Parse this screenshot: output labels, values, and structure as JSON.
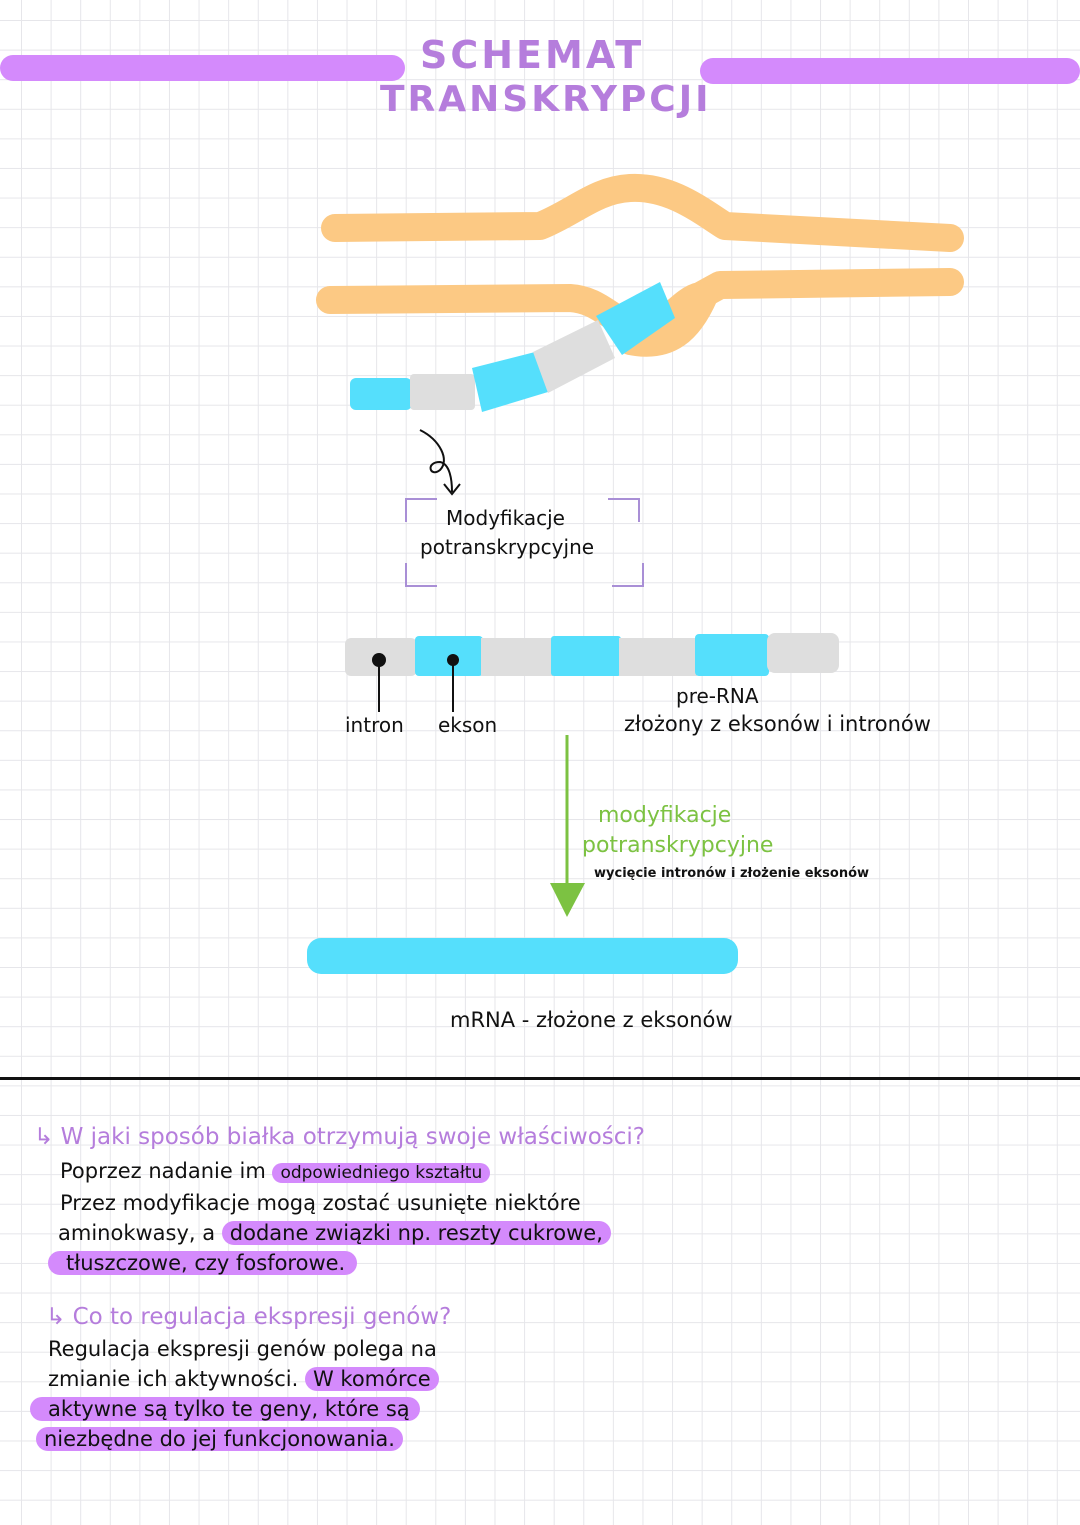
{
  "header": {
    "title_line1": "SCHEMAT",
    "title_line2": "TRANSKRYPCJI",
    "accent_color": "#d48afc",
    "title_color": "#b57ddc"
  },
  "diagram": {
    "dna_color": "#fcc984",
    "exon_color": "#55dffc",
    "intron_color": "#dedede",
    "transcription_box_label_line1": "Modyfikacje",
    "transcription_box_label_line2": "potranskrypcyjne",
    "pre_rna": {
      "segments": [
        "intron",
        "ekson",
        "intron",
        "ekson",
        "intron",
        "ekson",
        "intron"
      ],
      "label_intron": "intron",
      "label_exon": "ekson",
      "title": "pre-RNA",
      "description": "złożony z eksonów i intronów"
    },
    "arrow": {
      "color": "#7cc242",
      "label_line1": "modyfikacje",
      "label_line2": "potranskrypcyjne",
      "sublabel": "wycięcie intronów i złożenie eksonów"
    },
    "mrna_label": "mRNA - złożone z eksonów"
  },
  "notes": [
    {
      "question": "W jaki sposób białka otrzymują swoje właściwości?",
      "lines": [
        {
          "plain": "Poprzez nadanie im ",
          "highlight": "odpowiedniego kształtu"
        },
        {
          "plain": "Przez modyfikacje mogą zostać usunięte niektóre",
          "highlight": ""
        },
        {
          "plain": "aminokwasy, a ",
          "highlight": "dodane związki np. reszty cukrowe,"
        },
        {
          "plain": "",
          "highlight": "tłuszczowe, czy fosforowe."
        }
      ]
    },
    {
      "question": "Co to regulacja ekspresji genów?",
      "lines": [
        {
          "plain": "Regulacja ekspresji genów polega na",
          "highlight": ""
        },
        {
          "plain": "zmianie ich aktywności. ",
          "highlight": "W komórce"
        },
        {
          "plain": "",
          "highlight": "aktywne są tylko te geny, które są"
        },
        {
          "plain": "",
          "highlight": "niezbędne do jej funkcjonowania."
        }
      ]
    }
  ]
}
